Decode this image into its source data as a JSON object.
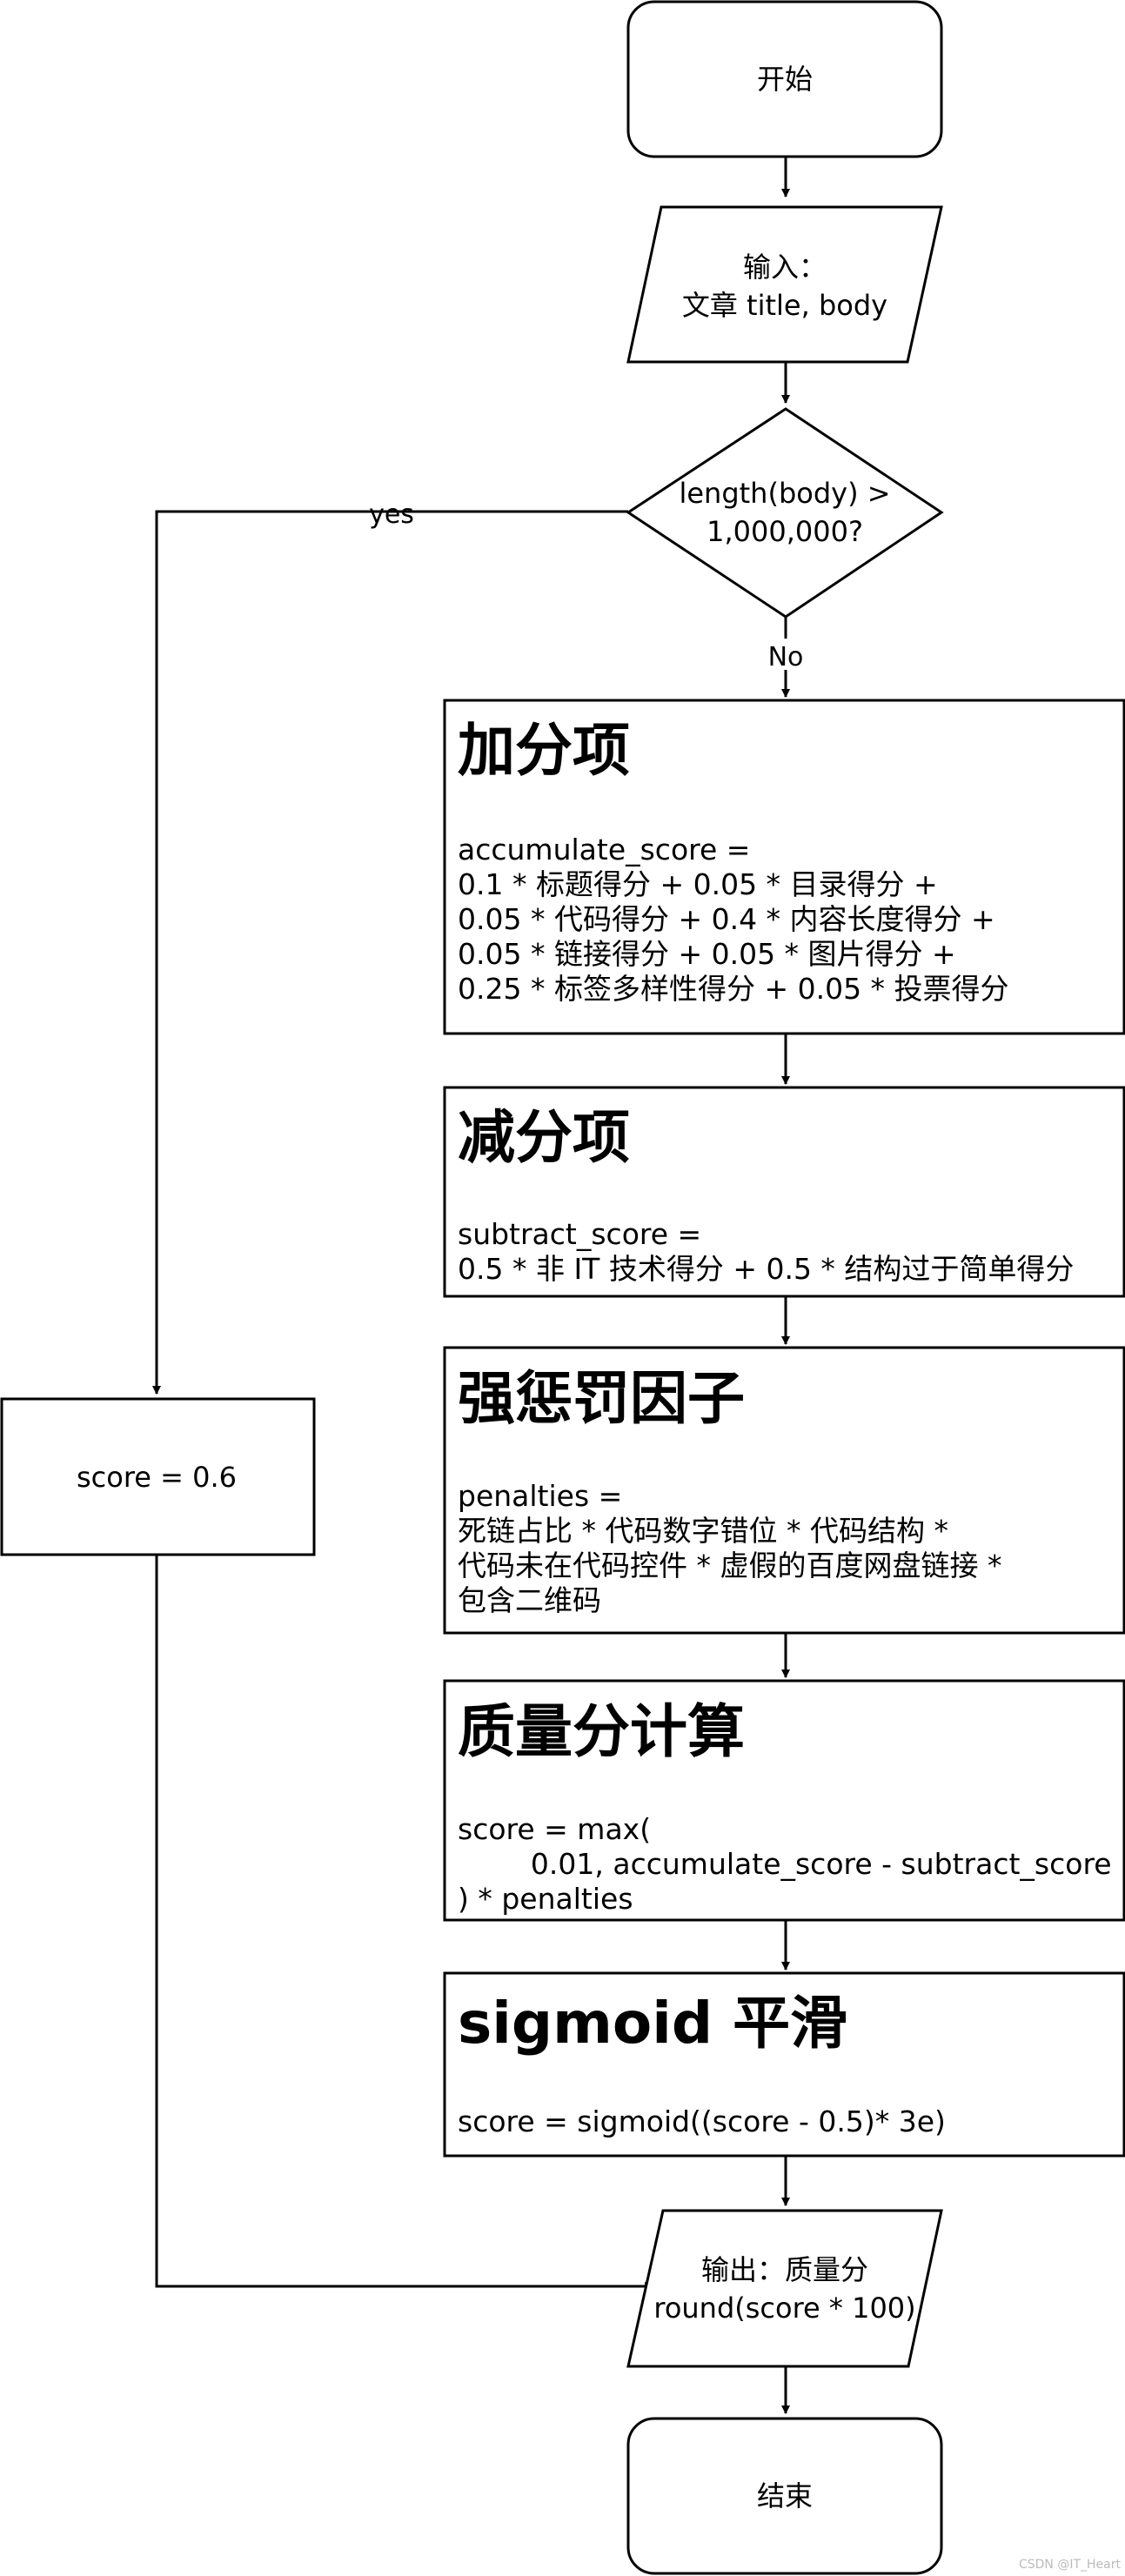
{
  "nodes": {
    "start": {
      "label": "开始"
    },
    "input": {
      "lines": [
        "输入：",
        "文章 title, body"
      ]
    },
    "decision": {
      "lines": [
        "length(body) >",
        "1,000,000?"
      ]
    },
    "bonus": {
      "heading": "加分项",
      "lines": [
        "accumulate_score =",
        "0.1 * 标题得分 + 0.05 * 目录得分 +",
        "0.05 * 代码得分 + 0.4 * 内容长度得分 +",
        "0.05 * 链接得分 + 0.05 * 图片得分 +",
        "0.25 * 标签多样性得分 + 0.05 * 投票得分"
      ]
    },
    "deduction": {
      "heading": "减分项",
      "lines": [
        "subtract_score =",
        "0.5 * 非 IT 技术得分 + 0.5 * 结构过于简单得分"
      ]
    },
    "penalty": {
      "heading": "强惩罚因子",
      "lines": [
        "penalties =",
        "死链占比 * 代码数字错位 * 代码结构 *",
        "代码未在代码控件 * 虚假的百度网盘链接 *",
        "包含二维码"
      ]
    },
    "quality": {
      "heading": "质量分计算",
      "lines": [
        "score = max(",
        "        0.01, accumulate_score - subtract_score",
        ") * penalties"
      ]
    },
    "sigmoid": {
      "heading": "sigmoid 平滑",
      "lines": [
        "score = sigmoid((score - 0.5)* 3e)"
      ]
    },
    "fixed_score": {
      "label": "score = 0.6"
    },
    "output": {
      "lines": [
        "输出：质量分",
        "round(score * 100)"
      ]
    },
    "end": {
      "label": "结束"
    }
  },
  "edges": {
    "yes_label": "yes",
    "no_label": "No"
  },
  "watermark": "CSDN @IT_Heart"
}
